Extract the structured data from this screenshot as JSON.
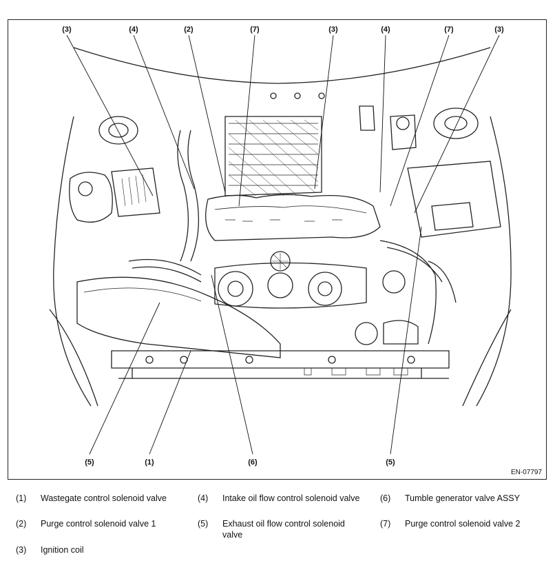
{
  "figure_id": "EN-07797",
  "callouts": [
    {
      "n": "(3)"
    },
    {
      "n": "(4)"
    },
    {
      "n": "(2)"
    },
    {
      "n": "(7)"
    },
    {
      "n": "(3)"
    },
    {
      "n": "(4)"
    },
    {
      "n": "(7)"
    },
    {
      "n": "(3)"
    },
    {
      "n": "(5)"
    },
    {
      "n": "(1)"
    },
    {
      "n": "(6)"
    },
    {
      "n": "(5)"
    }
  ],
  "legend": [
    {
      "num": "(1)",
      "text": "Wastegate control solenoid valve"
    },
    {
      "num": "(2)",
      "text": "Purge control solenoid valve 1"
    },
    {
      "num": "(3)",
      "text": "Ignition coil"
    },
    {
      "num": "(4)",
      "text": "Intake oil flow control solenoid valve"
    },
    {
      "num": "(5)",
      "text": "Exhaust oil flow control solenoid valve"
    },
    {
      "num": "(6)",
      "text": "Tumble generator valve ASSY"
    },
    {
      "num": "(7)",
      "text": "Purge control solenoid valve 2"
    }
  ]
}
